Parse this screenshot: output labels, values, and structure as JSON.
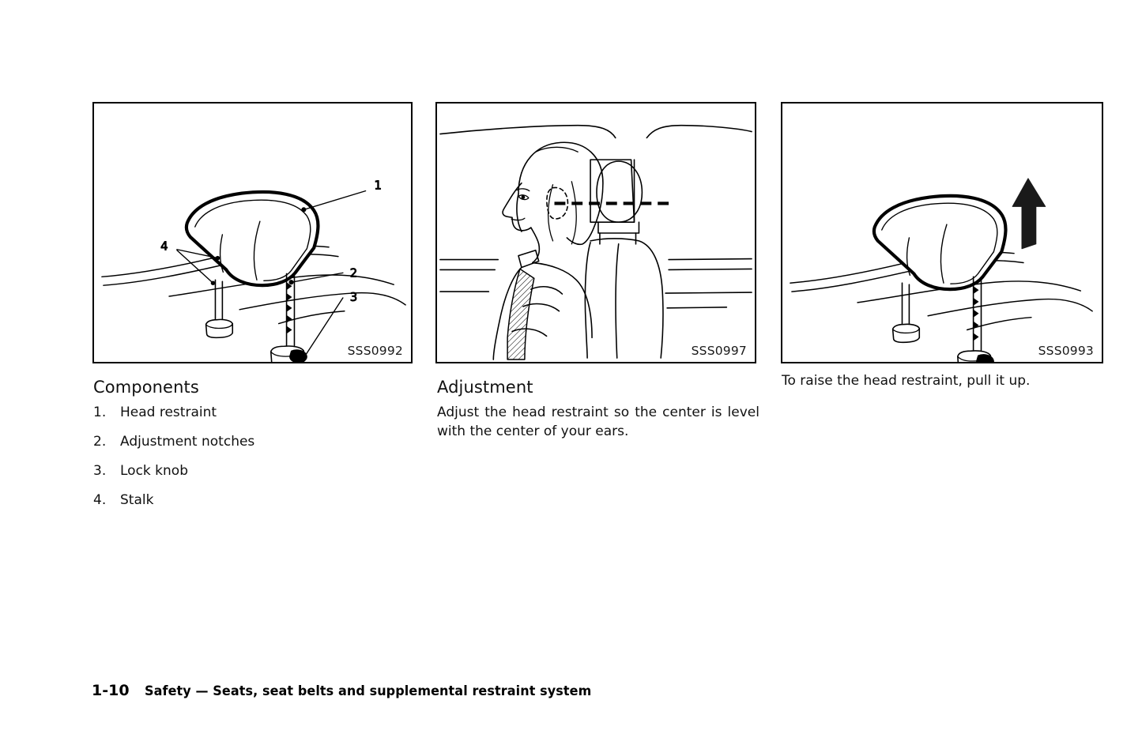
{
  "document": {
    "type": "owners-manual-page",
    "background_color": "#ffffff",
    "ink_color": "#000000"
  },
  "figures": [
    {
      "id": "fig-1",
      "caption": "SSS0992",
      "alt": "Head restraint with numbered callouts 1 through 4",
      "callouts": [
        {
          "number": "1",
          "target": "Head restraint"
        },
        {
          "number": "2",
          "target": "Adjustment notches"
        },
        {
          "number": "3",
          "target": "Lock knob"
        },
        {
          "number": "4",
          "target": "Stalk"
        }
      ]
    },
    {
      "id": "fig-2",
      "caption": "SSS0997",
      "alt": "Seated occupant in profile with dashed line from ear to center of head restraint"
    },
    {
      "id": "fig-3",
      "caption": "SSS0993",
      "alt": "Head restraint with upward arrow indicating pull up direction"
    }
  ],
  "columns": {
    "components": {
      "heading": "Components",
      "items": [
        {
          "number": "1.",
          "label": "Head restraint"
        },
        {
          "number": "2.",
          "label": "Adjustment notches"
        },
        {
          "number": "3.",
          "label": "Lock knob"
        },
        {
          "number": "4.",
          "label": "Stalk"
        }
      ]
    },
    "adjustment": {
      "heading": "Adjustment",
      "body": "Adjust the head restraint so the center is level with the center of your ears."
    },
    "raise": {
      "body": "To raise the head restraint, pull it up."
    }
  },
  "footer": {
    "page_number": "1-10",
    "title": "Safety — Seats, seat belts and supplemental restraint system"
  }
}
